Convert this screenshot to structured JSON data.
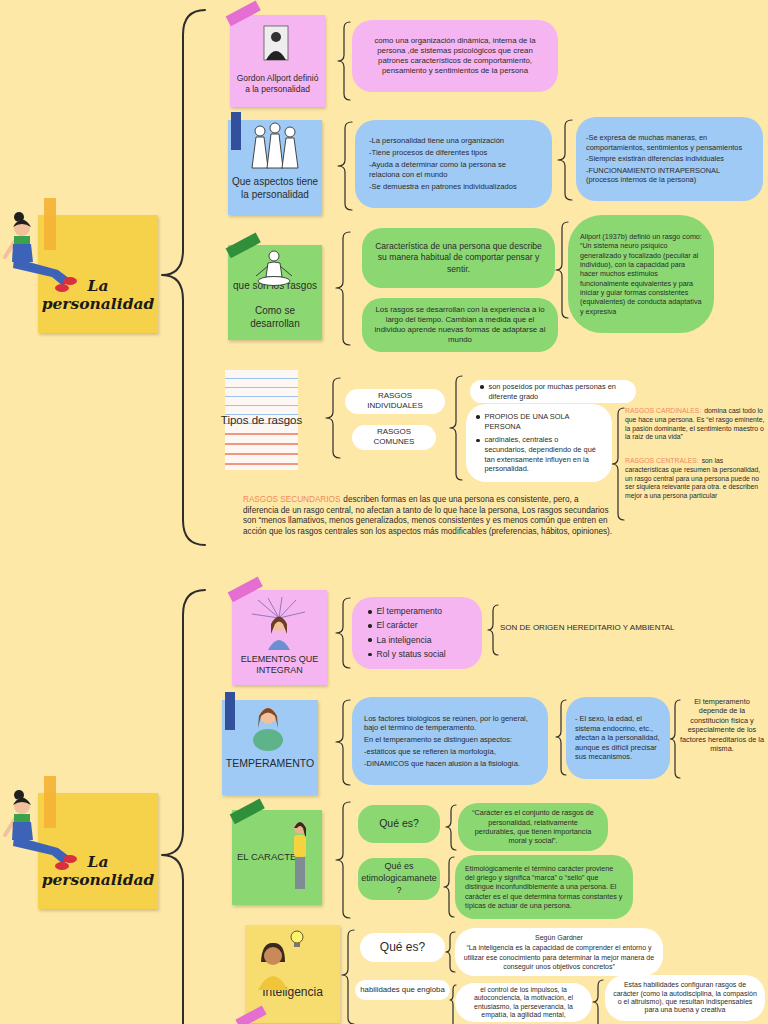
{
  "diagram": {
    "nodes": [
      {
        "text": [
          "La personalidad"
        ]
      },
      {
        "text": [
          "Gordon Allport definió a la personalidad"
        ]
      },
      {
        "text": [
          "como una organización dinámica, interna de la persona ,de sistemas psicológicos que crean patrones característicos de comportamiento, pensamiento y sentimientos de la persona"
        ]
      },
      {
        "text": [
          "Que aspectos tiene la personalidad"
        ]
      },
      {
        "text": [
          "-La personalidad tiene una organización",
          "-Tiene procesos de diferentes tipos",
          "-Ayuda a determinar como la persona se relaciona con el mundo",
          "-Se demuestra en patrones individualizados"
        ]
      },
      {
        "text": [
          "-Se expresa de muchas maneras, en comportamientos, sentimientos y pensamientos",
          "-Siempre existirán diferencias individuales",
          "-FUNCIONAMIENTO INTRAPERSONAL (procesos internos de la persona)"
        ]
      },
      {
        "text": [
          "que son los rasgos",
          "Como se desarrollan"
        ]
      },
      {
        "text": [
          "Característica de una persona que describe su manera habitual de comportar pensar y sentir."
        ]
      },
      {
        "text": [
          "Los rasgos se desarrollan con la experiencia a lo largo del tiempo. Cambian a medida que el individuo aprende nuevas formas de adaptarse al mundo"
        ]
      },
      {
        "text": [
          "Allport (1937b) definió un rasgo como: “Un sistema neuro psíquico generalizado y focalizado (peculiar al individuo), con la capacidad para hacer muchos estímulos funcionalmente equivalentes y para iniciar y guiar formas consistentes (equivalentes) de conducta adaptativa y expresiva"
        ]
      },
      {
        "text": [
          "Tipos de rasgos"
        ]
      },
      {
        "text": [
          "RASGOS INDIVIDUALES"
        ]
      },
      {
        "text": [
          "RASGOS COMUNES"
        ]
      },
      {
        "text": [
          "son poseídos por muchas personas en diferente grado"
        ]
      },
      {
        "text": [
          "PROPIOS DE UNA SOLA PERSONA",
          "cardinales, centrales o secundarios, dependiendo de qué tan extensamente influyen en la personalidad."
        ]
      },
      {
        "text": [
          "La personalidad"
        ]
      },
      {
        "text": [
          "ELEMENTOS QUE INTEGRAN"
        ]
      },
      {
        "text": [
          "El temperamento",
          "El carácter",
          "La inteligencia",
          "Rol y status social"
        ]
      },
      {
        "text": [
          "TEMPERAMENTO"
        ]
      },
      {
        "text": [
          "Los factores biológicos se reúnen, por lo general, bajo el término de temperamento.",
          "En el temperamento se distinguen aspectos:",
          "-estáticos que se refieren la morfología,",
          "-DINAMICOS que hacen alusión a la fisiología."
        ]
      },
      {
        "text": [
          "- El sexo, la edad, el sistema endocrino, etc., afectan a la personalidad, aunque es difícil precisar sus mecanismos."
        ]
      },
      {
        "text": [
          "EL CARACTER"
        ]
      },
      {
        "text": [
          "Qué es?"
        ]
      },
      {
        "text": [
          "“Carácter es el conjunto de rasgos de personalidad, relativamente perdurables, que tienen importancia moral y social”."
        ]
      },
      {
        "text": [
          "Qué es etimologicamanete ?"
        ]
      },
      {
        "text": [
          "Etimológicamente el término carácter proviene del griego y significa “marca” o “sello” que distingue inconfundiblemente a una persona. El carácter es el que determina formas constantes y típicas de actuar de una persona."
        ]
      },
      {
        "text": [
          "Inteligencia"
        ]
      },
      {
        "text": [
          "Qué es?"
        ]
      },
      {
        "text": [
          "Según Gardner",
          "“La inteligencia es la capacidad de comprender el entorno y utilizar ese conocimiento para determinar la mejor manera de conseguir unos objetivos concretos”"
        ]
      },
      {
        "text": [
          "habilidades que engloba"
        ]
      },
      {
        "text": [
          "el control de los impulsos, la autoconciencia, la motivación, el entusiasmo, la perseverancia, la empatía, la agilidad mental,"
        ]
      },
      {
        "text": [
          "Estas habilidades configuran rasgos de carácter (como la autodisciplina, la compasión o el altruismo), que resultan indispensables para una buena y creativa"
        ]
      }
    ],
    "labels": [
      "RASGOS CARDINALES:",
      "domina casi todo lo que hace una persona. Es “el rasgo eminente, la pasión dominante, el sentimiento maestro o la raíz de una vida”",
      "RASGOS CENTRALES:",
      "son las características que resumen la personalidad, un rasgo central para una persona puede no ser siquiera relevante para otra. e describen mejor a una persona particular",
      "RASGOS SECUNDARIOS",
      "describen formas en las que una persona es consistente, pero, a diferencia de un rasgo central, no afectan a tanto de lo que hace la persona, Los rasgos secundarios son “menos llamativos, menos generalizados, menos consistentes y es menos común que entren en acción que los rasgos centrales son los aspectos más modificables (preferencias, hábitos, opiniones).",
      "SON DE ORIGEN HEREDITARIO Y AMBIENTAL",
      "El temperamento depende de la constitución física y especialmente de los factores hereditarios de la misma."
    ]
  }
}
